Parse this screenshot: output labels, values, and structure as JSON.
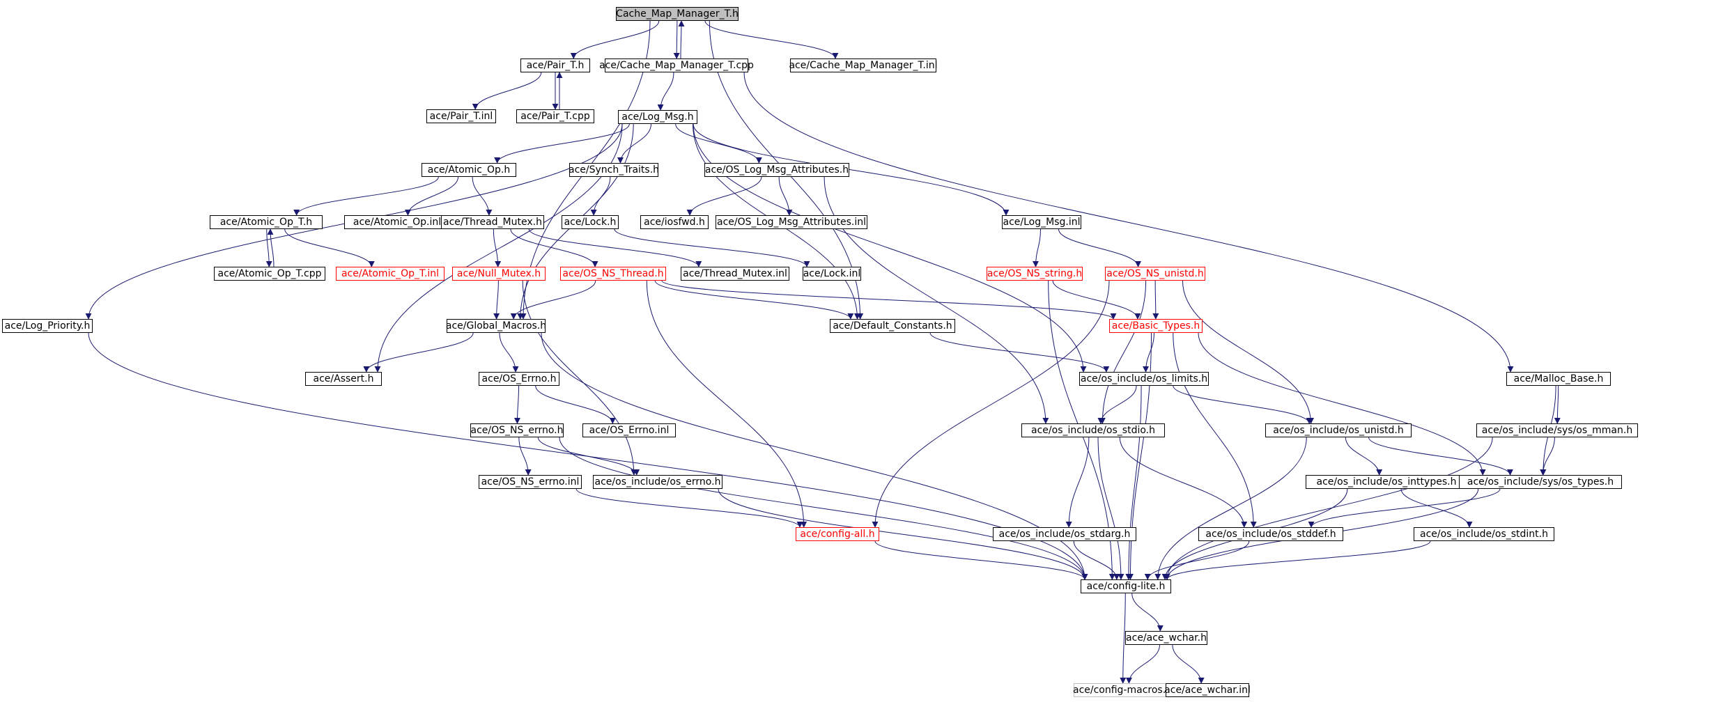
{
  "diagram": {
    "type": "include-dependency-graph",
    "colors": {
      "edge": "#191970",
      "node_border": "#000000",
      "node_border_missing": "#ff0000",
      "node_border_undocumented": "#bfbfbf",
      "root_fill": "#bfbfbf"
    },
    "nodes": [
      {
        "id": "root",
        "label": "Cache_Map_Manager_T.h",
        "style": "root"
      },
      {
        "id": "pair_h",
        "label": "ace/Pair_T.h",
        "style": "normal"
      },
      {
        "id": "cmm_cpp",
        "label": "ace/Cache_Map_Manager_T.cpp",
        "style": "normal"
      },
      {
        "id": "cmm_inl",
        "label": "ace/Cache_Map_Manager_T.inl",
        "style": "normal"
      },
      {
        "id": "pair_inl",
        "label": "ace/Pair_T.inl",
        "style": "normal"
      },
      {
        "id": "pair_cpp",
        "label": "ace/Pair_T.cpp",
        "style": "normal"
      },
      {
        "id": "logmsg_h",
        "label": "ace/Log_Msg.h",
        "style": "normal"
      },
      {
        "id": "atomic_h",
        "label": "ace/Atomic_Op.h",
        "style": "normal"
      },
      {
        "id": "synch_h",
        "label": "ace/Synch_Traits.h",
        "style": "normal"
      },
      {
        "id": "oslogattr_h",
        "label": "ace/OS_Log_Msg_Attributes.h",
        "style": "normal"
      },
      {
        "id": "atomicT_h",
        "label": "ace/Atomic_Op_T.h",
        "style": "normal"
      },
      {
        "id": "atomic_inl",
        "label": "ace/Atomic_Op.inl",
        "style": "normal"
      },
      {
        "id": "thrmutex_h",
        "label": "ace/Thread_Mutex.h",
        "style": "normal"
      },
      {
        "id": "lock_h",
        "label": "ace/Lock.h",
        "style": "normal"
      },
      {
        "id": "iosfwd_h",
        "label": "ace/iosfwd.h",
        "style": "normal"
      },
      {
        "id": "oslogattr_inl",
        "label": "ace/OS_Log_Msg_Attributes.inl",
        "style": "normal"
      },
      {
        "id": "logmsg_inl",
        "label": "ace/Log_Msg.inl",
        "style": "normal"
      },
      {
        "id": "atomicT_cpp",
        "label": "ace/Atomic_Op_T.cpp",
        "style": "normal"
      },
      {
        "id": "atomicT_inl",
        "label": "ace/Atomic_Op_T.inl",
        "style": "red"
      },
      {
        "id": "nullmutex_h",
        "label": "ace/Null_Mutex.h",
        "style": "red"
      },
      {
        "id": "osnsthread_h",
        "label": "ace/OS_NS_Thread.h",
        "style": "red"
      },
      {
        "id": "thrmutex_inl",
        "label": "ace/Thread_Mutex.inl",
        "style": "normal"
      },
      {
        "id": "lock_inl",
        "label": "ace/Lock.inl",
        "style": "normal"
      },
      {
        "id": "osnsstring_h",
        "label": "ace/OS_NS_string.h",
        "style": "red"
      },
      {
        "id": "osnsunistd_h",
        "label": "ace/OS_NS_unistd.h",
        "style": "red"
      },
      {
        "id": "logprio_h",
        "label": "ace/Log_Priority.h",
        "style": "normal"
      },
      {
        "id": "globalmacros_h",
        "label": "ace/Global_Macros.h",
        "style": "normal"
      },
      {
        "id": "defconst_h",
        "label": "ace/Default_Constants.h",
        "style": "normal"
      },
      {
        "id": "basictypes_h",
        "label": "ace/Basic_Types.h",
        "style": "red"
      },
      {
        "id": "assert_h",
        "label": "ace/Assert.h",
        "style": "normal"
      },
      {
        "id": "oserrno_h",
        "label": "ace/OS_Errno.h",
        "style": "normal"
      },
      {
        "id": "oslimits_h",
        "label": "ace/os_include/os_limits.h",
        "style": "normal"
      },
      {
        "id": "mallocbase_h",
        "label": "ace/Malloc_Base.h",
        "style": "normal"
      },
      {
        "id": "osnserrno_h",
        "label": "ace/OS_NS_errno.h",
        "style": "normal"
      },
      {
        "id": "oserrno_inl",
        "label": "ace/OS_Errno.inl",
        "style": "normal"
      },
      {
        "id": "osstdio_h",
        "label": "ace/os_include/os_stdio.h",
        "style": "normal"
      },
      {
        "id": "osunistd_h",
        "label": "ace/os_include/os_unistd.h",
        "style": "normal"
      },
      {
        "id": "osmman_h",
        "label": "ace/os_include/sys/os_mman.h",
        "style": "normal"
      },
      {
        "id": "osnserrno_inl",
        "label": "ace/OS_NS_errno.inl",
        "style": "normal"
      },
      {
        "id": "oserrnoinc_h",
        "label": "ace/os_include/os_errno.h",
        "style": "normal"
      },
      {
        "id": "osinttypes_h",
        "label": "ace/os_include/os_inttypes.h",
        "style": "normal"
      },
      {
        "id": "ostypes_h",
        "label": "ace/os_include/sys/os_types.h",
        "style": "normal"
      },
      {
        "id": "configall_h",
        "label": "ace/config-all.h",
        "style": "red"
      },
      {
        "id": "osstdarg_h",
        "label": "ace/os_include/os_stdarg.h",
        "style": "normal"
      },
      {
        "id": "osstddef_h",
        "label": "ace/os_include/os_stddef.h",
        "style": "normal"
      },
      {
        "id": "osstdint_h",
        "label": "ace/os_include/os_stdint.h",
        "style": "normal"
      },
      {
        "id": "configlite_h",
        "label": "ace/config-lite.h",
        "style": "normal"
      },
      {
        "id": "acewchar_h",
        "label": "ace/ace_wchar.h",
        "style": "normal"
      },
      {
        "id": "configmacros_h",
        "label": "ace/config-macros.h",
        "style": "gray"
      },
      {
        "id": "acewchar_inl",
        "label": "ace/ace_wchar.inl",
        "style": "normal"
      }
    ],
    "edges": [
      [
        "root",
        "pair_h"
      ],
      [
        "root",
        "cmm_cpp"
      ],
      [
        "root",
        "cmm_inl"
      ],
      [
        "root",
        "globalmacros_h"
      ],
      [
        "root",
        "defconst_h"
      ],
      [
        "cmm_cpp",
        "root"
      ],
      [
        "cmm_cpp",
        "logmsg_h"
      ],
      [
        "cmm_cpp",
        "mallocbase_h"
      ],
      [
        "pair_h",
        "pair_inl"
      ],
      [
        "pair_h",
        "pair_cpp"
      ],
      [
        "pair_cpp",
        "pair_h"
      ],
      [
        "logmsg_h",
        "atomic_h"
      ],
      [
        "logmsg_h",
        "synch_h"
      ],
      [
        "logmsg_h",
        "oslogattr_h"
      ],
      [
        "logmsg_h",
        "logmsg_inl"
      ],
      [
        "logmsg_h",
        "logprio_h"
      ],
      [
        "logmsg_h",
        "assert_h"
      ],
      [
        "logmsg_h",
        "globalmacros_h"
      ],
      [
        "logmsg_h",
        "defconst_h"
      ],
      [
        "logmsg_h",
        "oslimits_h"
      ],
      [
        "atomic_h",
        "atomicT_h"
      ],
      [
        "atomic_h",
        "atomic_inl"
      ],
      [
        "atomic_h",
        "thrmutex_h"
      ],
      [
        "atomicT_h",
        "atomicT_cpp"
      ],
      [
        "atomicT_h",
        "atomicT_inl"
      ],
      [
        "atomicT_cpp",
        "atomicT_h"
      ],
      [
        "thrmutex_h",
        "nullmutex_h"
      ],
      [
        "thrmutex_h",
        "osnsthread_h"
      ],
      [
        "thrmutex_h",
        "thrmutex_inl"
      ],
      [
        "synch_h",
        "lock_h"
      ],
      [
        "lock_h",
        "lock_inl"
      ],
      [
        "oslogattr_h",
        "iosfwd_h"
      ],
      [
        "oslogattr_h",
        "oslogattr_inl"
      ],
      [
        "oslogattr_h",
        "osstdio_h"
      ],
      [
        "logmsg_inl",
        "osnsstring_h"
      ],
      [
        "logmsg_inl",
        "osnsunistd_h"
      ],
      [
        "nullmutex_h",
        "globalmacros_h"
      ],
      [
        "nullmutex_h",
        "oserrnoinc_h"
      ],
      [
        "osnsthread_h",
        "globalmacros_h"
      ],
      [
        "osnsthread_h",
        "defconst_h"
      ],
      [
        "osnsthread_h",
        "basictypes_h"
      ],
      [
        "osnsthread_h",
        "configall_h"
      ],
      [
        "osnsstring_h",
        "basictypes_h"
      ],
      [
        "osnsstring_h",
        "configlite_h"
      ],
      [
        "osnsunistd_h",
        "basictypes_h"
      ],
      [
        "osnsunistd_h",
        "osunistd_h"
      ],
      [
        "osnsunistd_h",
        "osstdio_h"
      ],
      [
        "osnsunistd_h",
        "configall_h"
      ],
      [
        "globalmacros_h",
        "assert_h"
      ],
      [
        "globalmacros_h",
        "oserrno_h"
      ],
      [
        "globalmacros_h",
        "configlite_h"
      ],
      [
        "defconst_h",
        "oslimits_h"
      ],
      [
        "basictypes_h",
        "oslimits_h"
      ],
      [
        "basictypes_h",
        "ostypes_h"
      ],
      [
        "basictypes_h",
        "osstddef_h"
      ],
      [
        "basictypes_h",
        "configlite_h"
      ],
      [
        "oserrno_h",
        "osnserrno_h"
      ],
      [
        "oserrno_h",
        "oserrno_inl"
      ],
      [
        "osnserrno_h",
        "osnserrno_inl"
      ],
      [
        "osnserrno_h",
        "oserrnoinc_h"
      ],
      [
        "osnserrno_h",
        "configlite_h"
      ],
      [
        "oslimits_h",
        "osstdio_h"
      ],
      [
        "oslimits_h",
        "osunistd_h"
      ],
      [
        "oslimits_h",
        "configlite_h"
      ],
      [
        "mallocbase_h",
        "osmman_h"
      ],
      [
        "mallocbase_h",
        "ostypes_h"
      ],
      [
        "osstdio_h",
        "osstdarg_h"
      ],
      [
        "osstdio_h",
        "osstddef_h"
      ],
      [
        "osstdio_h",
        "configlite_h"
      ],
      [
        "osunistd_h",
        "osinttypes_h"
      ],
      [
        "osunistd_h",
        "ostypes_h"
      ],
      [
        "osunistd_h",
        "configlite_h"
      ],
      [
        "osmman_h",
        "ostypes_h"
      ],
      [
        "osmman_h",
        "configlite_h"
      ],
      [
        "osnserrno_inl",
        "configall_h"
      ],
      [
        "oserrnoinc_h",
        "configlite_h"
      ],
      [
        "osinttypes_h",
        "osstdint_h"
      ],
      [
        "osinttypes_h",
        "configlite_h"
      ],
      [
        "ostypes_h",
        "osstddef_h"
      ],
      [
        "ostypes_h",
        "configlite_h"
      ],
      [
        "configall_h",
        "configlite_h"
      ],
      [
        "osstdarg_h",
        "configlite_h"
      ],
      [
        "osstddef_h",
        "configlite_h"
      ],
      [
        "osstdint_h",
        "configlite_h"
      ],
      [
        "logprio_h",
        "configlite_h"
      ],
      [
        "configlite_h",
        "acewchar_h"
      ],
      [
        "configlite_h",
        "configmacros_h"
      ],
      [
        "acewchar_h",
        "configmacros_h"
      ],
      [
        "acewchar_h",
        "acewchar_inl"
      ]
    ]
  }
}
